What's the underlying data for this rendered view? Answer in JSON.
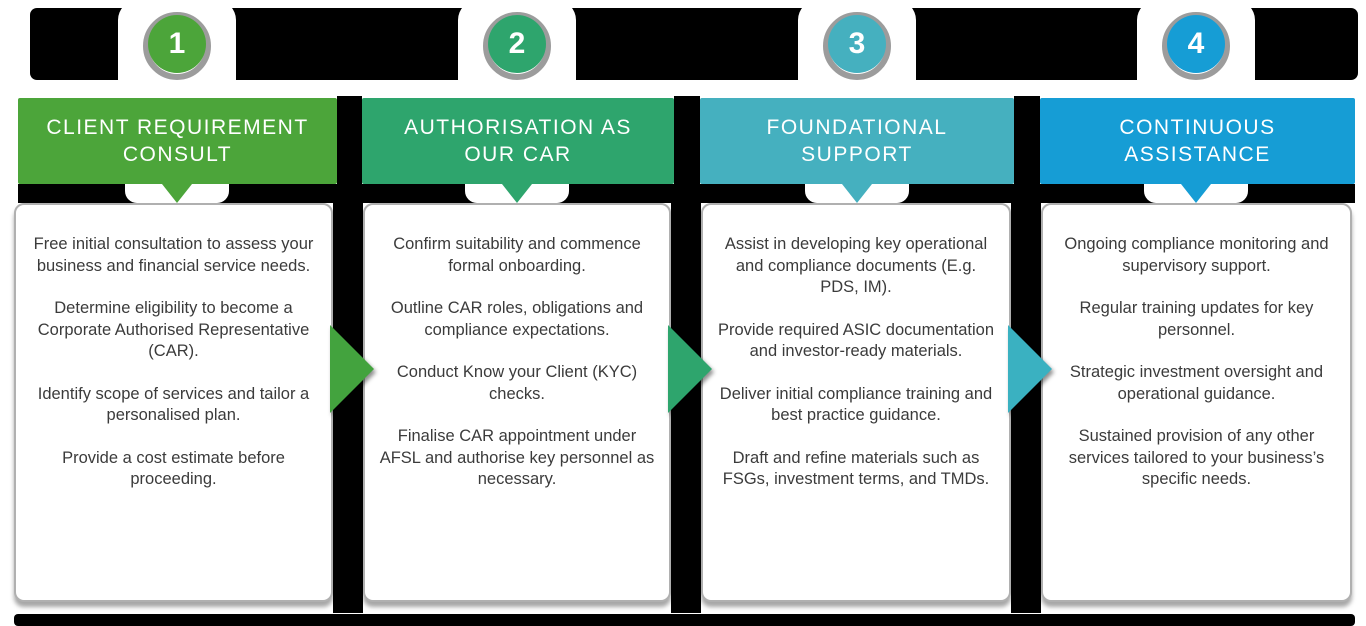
{
  "canvas": {
    "background": "#ffffff",
    "void_color": "#000000",
    "ring_color": "#9c9c9c",
    "card_border": "#b0b0b0",
    "text_color": "#3b3b3b"
  },
  "steps": [
    {
      "number": "1",
      "color": "#4ca53a",
      "title": "CLIENT REQUIREMENT\nCONSULT",
      "paragraphs": [
        "Free initial consultation to assess your business and financial service needs.",
        "Determine eligibility to become a Corporate Authorised Representative (CAR).",
        "Identify scope of services and tailor a personalised plan.",
        "Provide a cost estimate before proceeding."
      ]
    },
    {
      "number": "2",
      "color": "#2ea56d",
      "title": "AUTHORISATION AS\nOUR CAR",
      "paragraphs": [
        "Confirm suitability and commence formal onboarding.",
        "Outline CAR roles, obligations and compliance expectations.",
        "Conduct Know your Client (KYC) checks.",
        "Finalise CAR appointment under AFSL and authorise key personnel as necessary."
      ]
    },
    {
      "number": "3",
      "color": "#45b0bf",
      "title": "FOUNDATIONAL\nSUPPORT",
      "paragraphs": [
        "Assist in developing key operational and compliance documents (E.g. PDS, IM).",
        "Provide required ASIC documentation and investor-ready materials.",
        "Deliver initial compliance training and best practice guidance.",
        "Draft and refine materials such as FSGs, investment terms, and TMDs."
      ]
    },
    {
      "number": "4",
      "color": "#169dd5",
      "title": "CONTINUOUS\nASSISTANCE",
      "paragraphs": [
        "Ongoing compliance monitoring and supervisory support.",
        "Regular training updates for key personnel.",
        "Strategic investment oversight and operational guidance.",
        "Sustained provision of any other services tailored to your business’s specific needs."
      ]
    }
  ],
  "arrows": [
    {
      "color": "#43a33e"
    },
    {
      "color": "#2ea56d"
    },
    {
      "color": "#3ab1c1"
    }
  ]
}
